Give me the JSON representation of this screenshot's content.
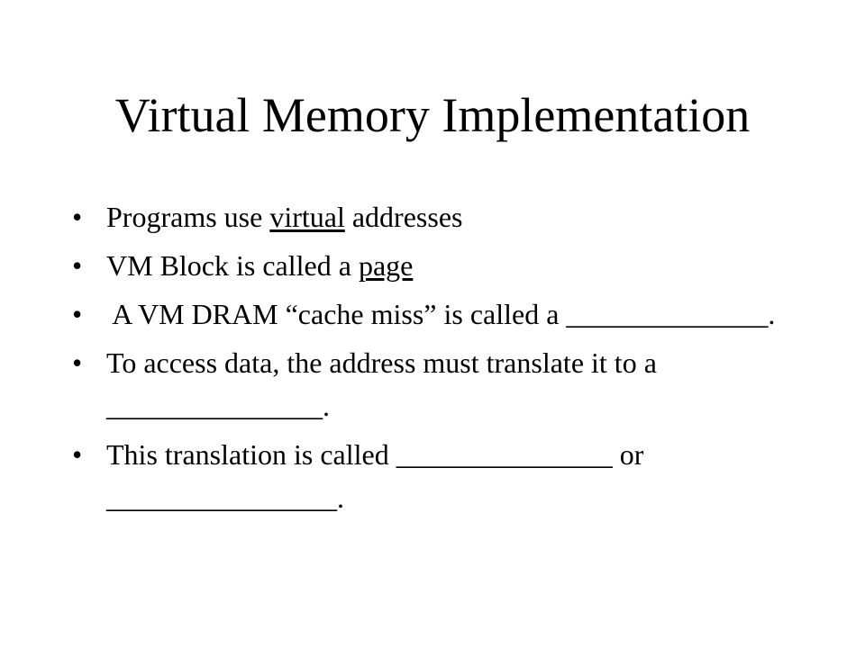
{
  "slide": {
    "title": "Virtual Memory Implementation",
    "bullet_symbol": "•",
    "bullets": [
      {
        "before": "Programs use ",
        "underlined": "virtual",
        "after": " addresses"
      },
      {
        "before": "VM Block is called a ",
        "underlined": "page",
        "after": ""
      },
      {
        "text": " A VM DRAM “cache miss” is called a ______________."
      },
      {
        "text": "To access data, the address must translate it to a _______________."
      },
      {
        "text": "This translation is called _______________ or ________________."
      }
    ]
  }
}
